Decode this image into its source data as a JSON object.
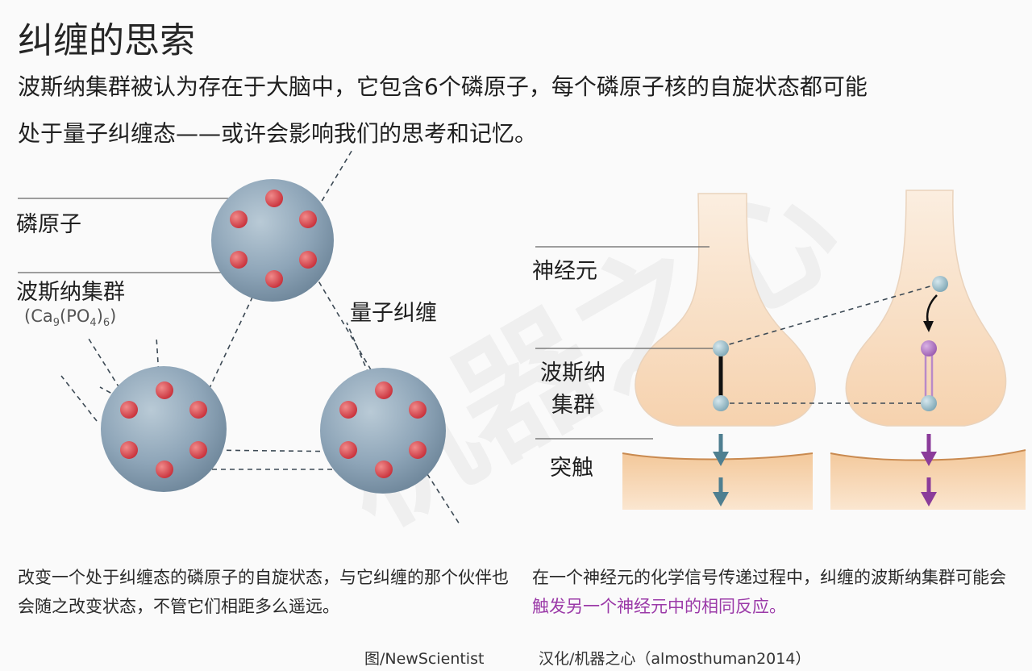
{
  "title": "纠缠的思索",
  "intro": {
    "line1": "波斯纳集群被认为存在于大脑中，它包含6个磷原子，每个磷原子核的自旋状态都可能",
    "line2": "处于量子纠缠态——或许会影响我们的思考和记忆。"
  },
  "left_diagram": {
    "label_phosphorus": "磷原子",
    "label_posner": "波斯纳集群",
    "formula": {
      "a": "(Ca",
      "b": "9",
      "c": "(PO",
      "d": "4",
      "e": ")",
      "f": "6",
      "g": ")"
    },
    "label_entanglement": "量子纠缠"
  },
  "right_diagram": {
    "label_neuron": "神经元",
    "label_posner_1": "波斯纳",
    "label_posner_2": "集群",
    "label_synapse": "突触"
  },
  "captions": {
    "left": "改变一个处于纠缠态的磷原子的自旋状态，与它纠缠的那个伙伴也会随之改变状态，不管它们相距多么遥远。",
    "right_plain": "在一个神经元的化学信号传递过程中，纠缠的波斯纳集群可能会",
    "right_highlight": "触发另一个神经元中的相同反应。"
  },
  "footer": {
    "credit_image": "图/NewScientist",
    "credit_translation": "汉化/机器之心（almosthuman2014）"
  },
  "watermark": "机器之心",
  "colors": {
    "sphere": "#8ea5b8",
    "atom": "#d8404a",
    "neuron_fill": "#f9dcc0",
    "arrow_blue": "#4f7f90",
    "arrow_purple": "#8b3c9a",
    "highlight": "#9b3aa8"
  }
}
